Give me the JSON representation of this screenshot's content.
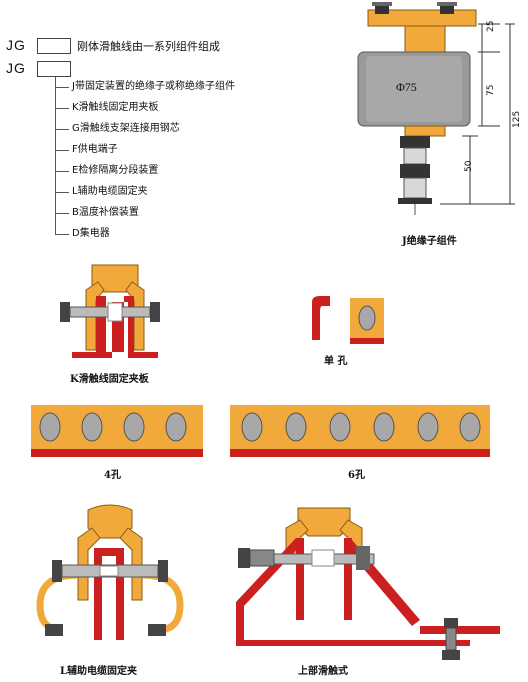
{
  "header": {
    "code1": "JG",
    "code2": "JG",
    "title": "刚体滑触线由一系列组件组成"
  },
  "components": [
    {
      "label": "J带固定装置的绝缘子或称绝缘子组件"
    },
    {
      "label": "K滑触线固定用夹板"
    },
    {
      "label": "G滑触线支架连接用钢芯"
    },
    {
      "label": "F供电端子"
    },
    {
      "label": "E检修隔离分段装置"
    },
    {
      "label": "L辅助电缆固定夹"
    },
    {
      "label": "B温度补偿装置"
    },
    {
      "label": "D集电器"
    }
  ],
  "insulator": {
    "caption": "J绝缘子组件",
    "diameter_label": "Φ75",
    "dim_top": "25",
    "dim_mid": "75",
    "dim_total": "125",
    "dim_bottom": "50"
  },
  "captions": {
    "k_clamp": "K滑触线固定夹板",
    "single_hole": "单    孔",
    "four_hole": "4孔",
    "six_hole": "6孔",
    "l_clamp": "L辅助电缆固定夹",
    "top_contact": "上部滑触式"
  },
  "colors": {
    "orange": "#f2a93b",
    "red": "#cc1f1f",
    "gray": "#9a9a9a",
    "dark": "#333333"
  }
}
